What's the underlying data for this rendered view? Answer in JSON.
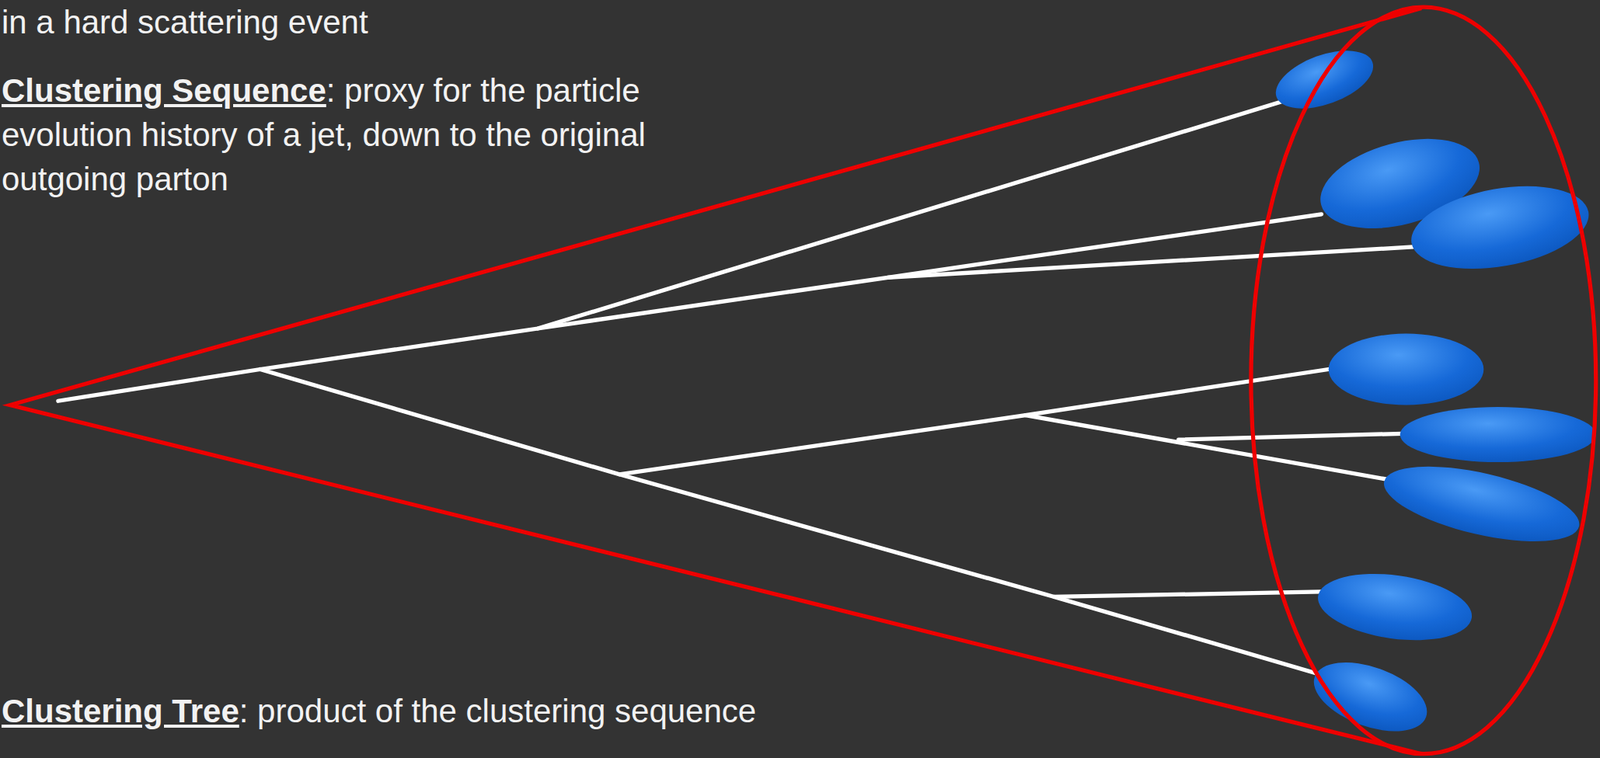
{
  "diagram": {
    "labels": [
      "in a hard scattering event",
      "Clustering Sequence",
      ": proxy for the particle evolution history of a jet, down to the original outgoing parton",
      "Clustering Tree",
      ": product of the clustering sequence"
    ]
  }
}
